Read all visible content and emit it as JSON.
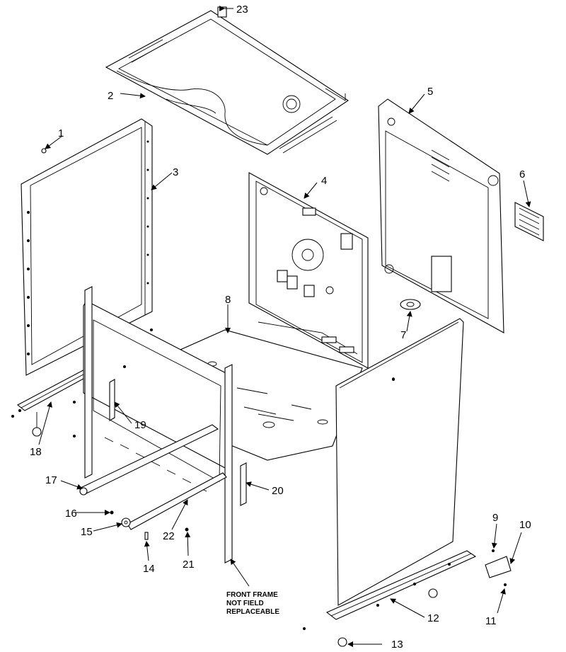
{
  "diagram": {
    "callouts": [
      {
        "id": "1",
        "label": "1"
      },
      {
        "id": "2",
        "label": "2"
      },
      {
        "id": "3",
        "label": "3"
      },
      {
        "id": "4",
        "label": "4"
      },
      {
        "id": "5",
        "label": "5"
      },
      {
        "id": "6",
        "label": "6"
      },
      {
        "id": "7",
        "label": "7"
      },
      {
        "id": "8",
        "label": "8"
      },
      {
        "id": "9",
        "label": "9"
      },
      {
        "id": "10",
        "label": "10"
      },
      {
        "id": "11",
        "label": "11"
      },
      {
        "id": "12",
        "label": "12"
      },
      {
        "id": "13",
        "label": "13"
      },
      {
        "id": "14",
        "label": "14"
      },
      {
        "id": "15",
        "label": "15"
      },
      {
        "id": "16",
        "label": "16"
      },
      {
        "id": "17",
        "label": "17"
      },
      {
        "id": "18",
        "label": "18"
      },
      {
        "id": "19",
        "label": "19"
      },
      {
        "id": "20",
        "label": "20"
      },
      {
        "id": "21",
        "label": "21"
      },
      {
        "id": "22",
        "label": "22"
      },
      {
        "id": "23",
        "label": "23"
      }
    ],
    "note": {
      "line1": "FRONT FRAME",
      "line2": "NOT FIELD",
      "line3": "REPLACEABLE"
    }
  }
}
